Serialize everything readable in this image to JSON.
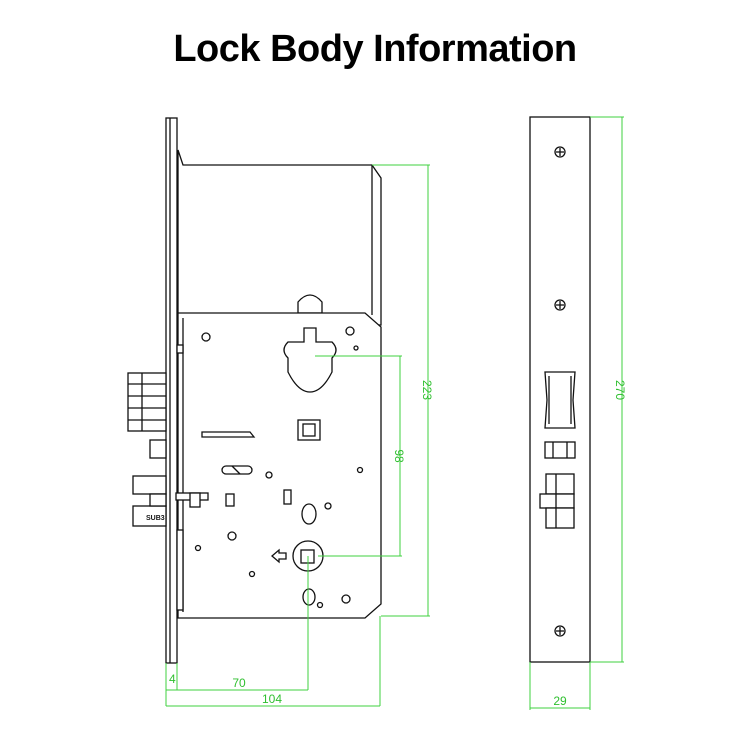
{
  "title": "Lock Body Information",
  "colors": {
    "dimension": "#3fd13f",
    "outline": "#111111",
    "background": "#ffffff"
  },
  "dimensions": {
    "height_case": "223",
    "spindle_to_cylinder": "98",
    "backset": "70",
    "faceplate_thickness": "4",
    "case_width": "104",
    "faceplate_height": "270",
    "faceplate_width": "29"
  },
  "labels": {
    "latch_mark": "SUB3"
  }
}
